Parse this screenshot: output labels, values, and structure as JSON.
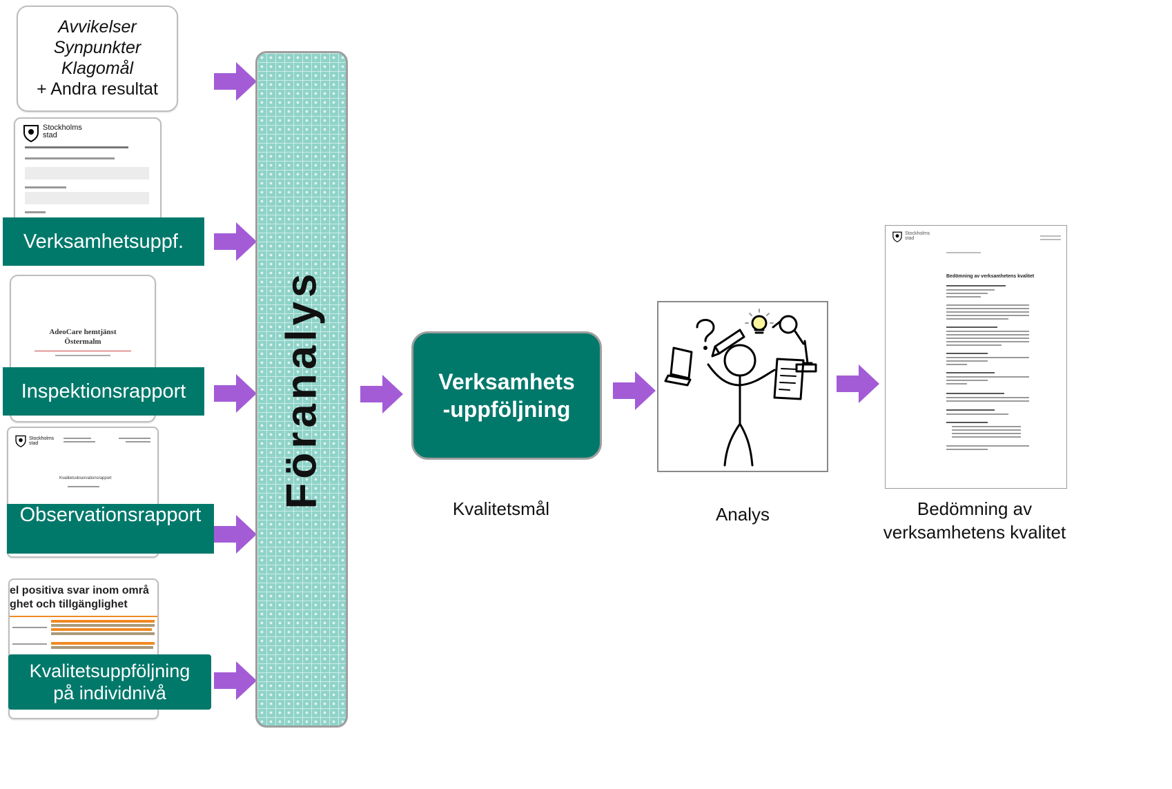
{
  "inputs": {
    "first_box": {
      "lines": [
        "Avvikelser",
        "Synpunkter",
        "Klagomål",
        "+ Andra resultat"
      ]
    },
    "doc1": {
      "logo_line1": "Stockholms",
      "logo_line2": "stad",
      "label": "Verksamhetsuppf."
    },
    "doc2": {
      "title_line1": "AdeoCare hemtjänst",
      "title_line2": "Östermalm",
      "label": "Inspektionsrapport"
    },
    "doc3": {
      "logo_line1": "Stockholms",
      "logo_line2": "stad",
      "center_title": "Kvalitetsobservationsrapport",
      "label": "Observationsrapport"
    },
    "doc4": {
      "chart_title_line1": "el positiva svar inom områ",
      "chart_title_line2": "ghet och tillgänglighet",
      "label_line1": "Kvalitetsuppföljning",
      "label_line2": "på individnivå"
    }
  },
  "foranalys": {
    "label": "Föranalys"
  },
  "center_box": {
    "line1": "Verksamhets",
    "line2": "-uppföljning",
    "caption": "Kvalitetsmål"
  },
  "analysis": {
    "caption": "Analys"
  },
  "assessment": {
    "logo_line1": "Stockholms",
    "logo_line2": "stad",
    "doc_title": "Bedömning av verksamhetens kvalitet",
    "caption_line1": "Bedömning av",
    "caption_line2": "verksamhetens kvalitet"
  },
  "colors": {
    "teal": "#00796b",
    "arrow": "#a35cd6",
    "bar_fill": "#8fd3c8",
    "bar_border": "#9e9e9e"
  }
}
